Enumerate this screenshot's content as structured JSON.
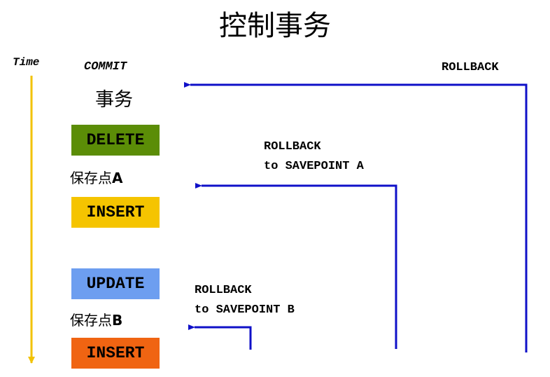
{
  "title": "控制事务",
  "time_label": "Time",
  "commit_label": "COMMIT",
  "transaction_label": "事务",
  "statements": {
    "delete": "DELETE",
    "insert_1": "INSERT",
    "update": "UPDATE",
    "insert_2": "INSERT"
  },
  "savepoints": {
    "a_prefix": "保存点",
    "a_letter": "A",
    "b_prefix": "保存点",
    "b_letter": "B"
  },
  "rollbacks": {
    "full": "ROLLBACK",
    "to_a_line1": "ROLLBACK",
    "to_a_line2": "to SAVEPOINT A",
    "to_b_line1": "ROLLBACK",
    "to_b_line2": "to SAVEPOINT B"
  },
  "colors": {
    "delete": "#5b8d07",
    "insert_1": "#f5c400",
    "update": "#6d9ef0",
    "insert_2": "#f06412",
    "time_arrow": "#f2c200",
    "rollback_arrow": "#0f10c8"
  }
}
